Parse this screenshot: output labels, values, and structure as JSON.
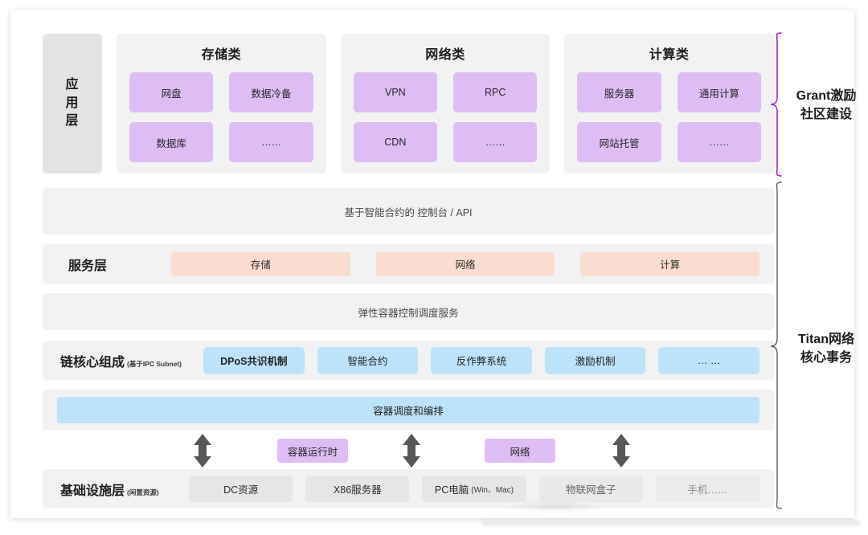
{
  "application_layer": {
    "side_label": "应用\n层",
    "side_label_chars": [
      "应",
      "用",
      "层"
    ],
    "groups": [
      {
        "title": "存储类",
        "items": [
          "网盘",
          "数据冷备",
          "数据库",
          "……"
        ]
      },
      {
        "title": "网络类",
        "items": [
          "VPN",
          "RPC",
          "CDN",
          "……"
        ]
      },
      {
        "title": "计算类",
        "items": [
          "服务器",
          "通用计算",
          "网站托管",
          "……"
        ]
      }
    ]
  },
  "console_band": {
    "text": "基于智能合约的 控制台 / API"
  },
  "service_layer": {
    "label": "服务层",
    "items": [
      "存储",
      "网络",
      "计算"
    ]
  },
  "elastic_band": {
    "text": "弹性容器控制调度服务"
  },
  "chain_core": {
    "label": "链核心组成",
    "label_sub": "(基于IPC Subnet)",
    "items": [
      "DPoS共识机制",
      "智能合约",
      "反作弊系统",
      "激励机制",
      "… …"
    ]
  },
  "orchestration": {
    "text": "容器调度和编排"
  },
  "mid_strip": {
    "arrows": [
      "double-arrow-1",
      "double-arrow-2",
      "double-arrow-3"
    ],
    "chips": [
      "容器运行时",
      "网络"
    ]
  },
  "infrastructure": {
    "label": "基础设施层",
    "label_sub": "(闲置资源)",
    "items": [
      {
        "text": "DC资源",
        "sub": ""
      },
      {
        "text": "X86服务器",
        "sub": ""
      },
      {
        "text": "PC电脑",
        "sub": "(Win、Mac)"
      },
      {
        "text": "物联网盒子",
        "sub": ""
      },
      {
        "text": "手机……",
        "sub": ""
      }
    ]
  },
  "side_annotations": [
    {
      "line1": "Grant激励",
      "line2": "社区建设",
      "brace_color": "#a21fd4"
    },
    {
      "line1": "Titan网络",
      "line2": "核心事务",
      "brace_color": "#5a5a5a"
    }
  ],
  "colors": {
    "purple_chip": "#debdf5",
    "blue_chip": "#bde3fa",
    "salmon_chip": "#fbdcd0",
    "grey_band": "#f2f2f2",
    "grey_chip": "#e6e6e6",
    "app_side": "#e3e3e3",
    "arrow": "#58585a",
    "page_bg": "#ffffff"
  }
}
